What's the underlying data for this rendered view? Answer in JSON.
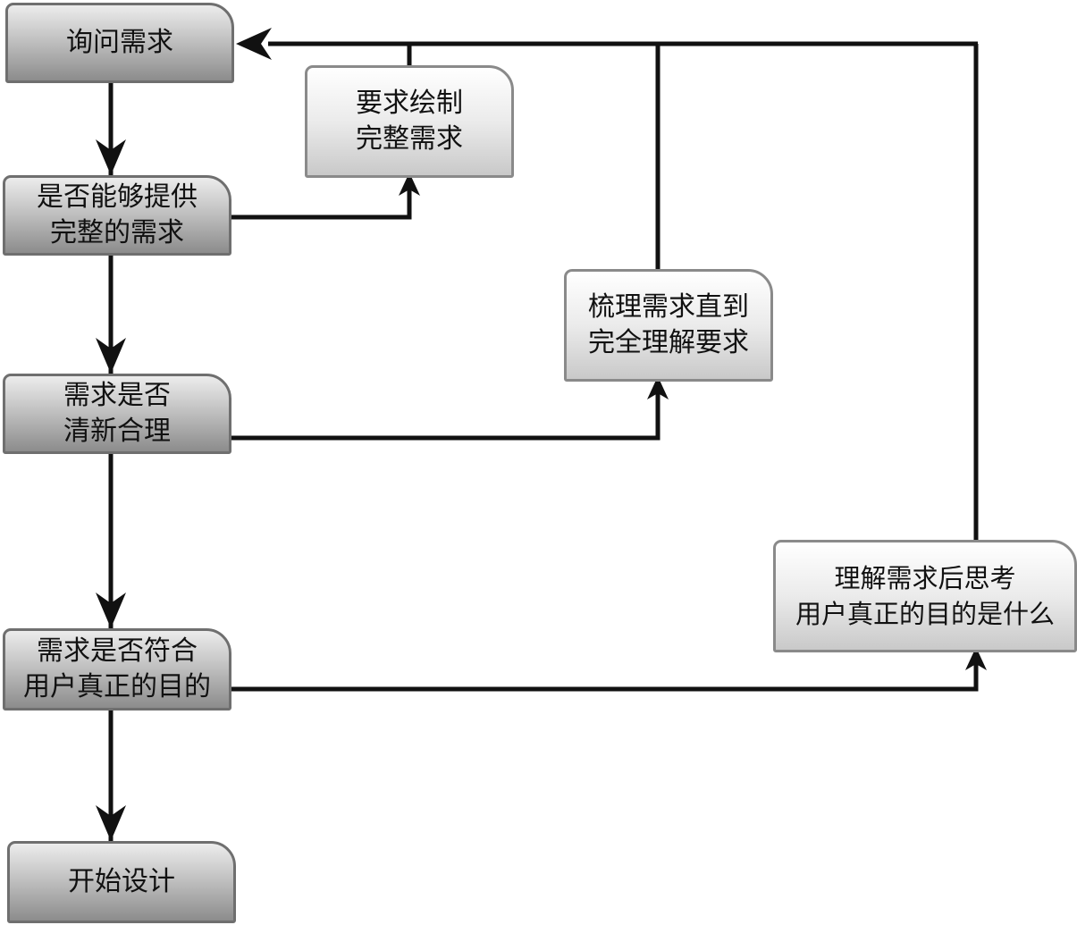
{
  "nodes": {
    "ask": {
      "line1": "询问需求"
    },
    "provide": {
      "line1": "是否能够提供",
      "line2": "完整的需求"
    },
    "clear": {
      "line1": "需求是否",
      "line2": "清新合理"
    },
    "match": {
      "line1": "需求是否符合",
      "line2": "用户真正的目的"
    },
    "start": {
      "line1": "开始设计"
    },
    "draw": {
      "line1": "要求绘制",
      "line2": "完整需求"
    },
    "sort": {
      "line1": "梳理需求直到",
      "line2": "完全理解要求"
    },
    "think": {
      "line1": "理解需求后思考",
      "line2": "用户真正的目的是什么"
    }
  },
  "colors": {
    "connector": "#111111",
    "node_border": "#6f6f6f",
    "node_dark_bottom": "#8c8c8c",
    "node_light_bottom": "#c9c9c9"
  }
}
